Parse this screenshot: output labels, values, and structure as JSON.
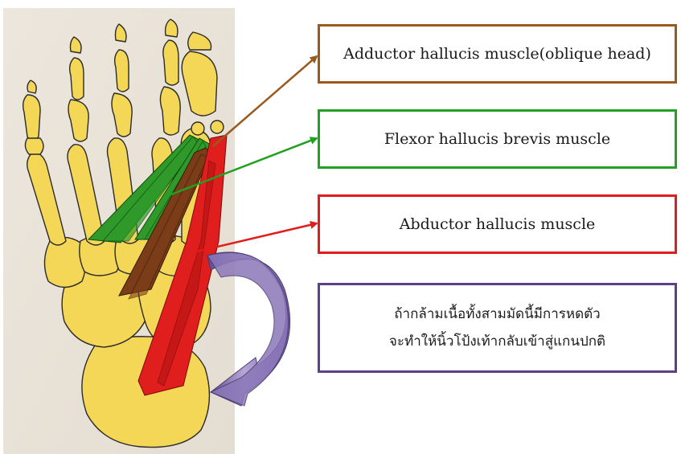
{
  "labels": {
    "adductor": "Adductor hallucis muscle(oblique head)",
    "flexor": "Flexor hallucis brevis muscle",
    "abductor": "Abductor hallucis muscle",
    "note_line1": "ถ้ากล้ามเนื้อทั้งสามมัดนี้มีการหดตัว",
    "note_line2": "จะทำให้นิ้วโป้งเท้ากลับเข้าสู่แกนปกติ"
  },
  "colors": {
    "adductor": "#9a5a1e",
    "flexor": "#22a022",
    "abductor": "#e21b1b",
    "note": "#5f3f86",
    "bone": "#f5d757",
    "curved_arrow": "#7a61a8"
  },
  "icons": {
    "curved_arrow": "curved-arrow-icon",
    "foot_illustration": "foot-bones-illustration"
  }
}
